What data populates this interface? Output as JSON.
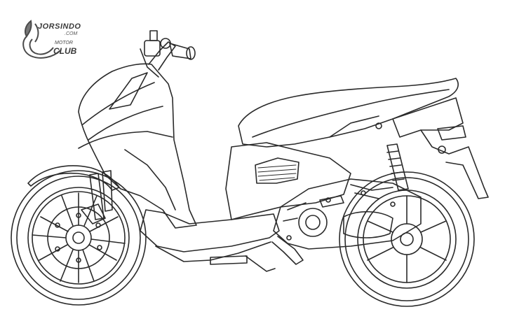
{
  "logo": {
    "brand": "JORSINDO",
    "domain": ".COM",
    "line1": "MOTOR",
    "line2": "CLUB"
  },
  "colors": {
    "ink": "#2a2a2a",
    "background": "#ffffff",
    "logo": "#4a4a4a"
  }
}
